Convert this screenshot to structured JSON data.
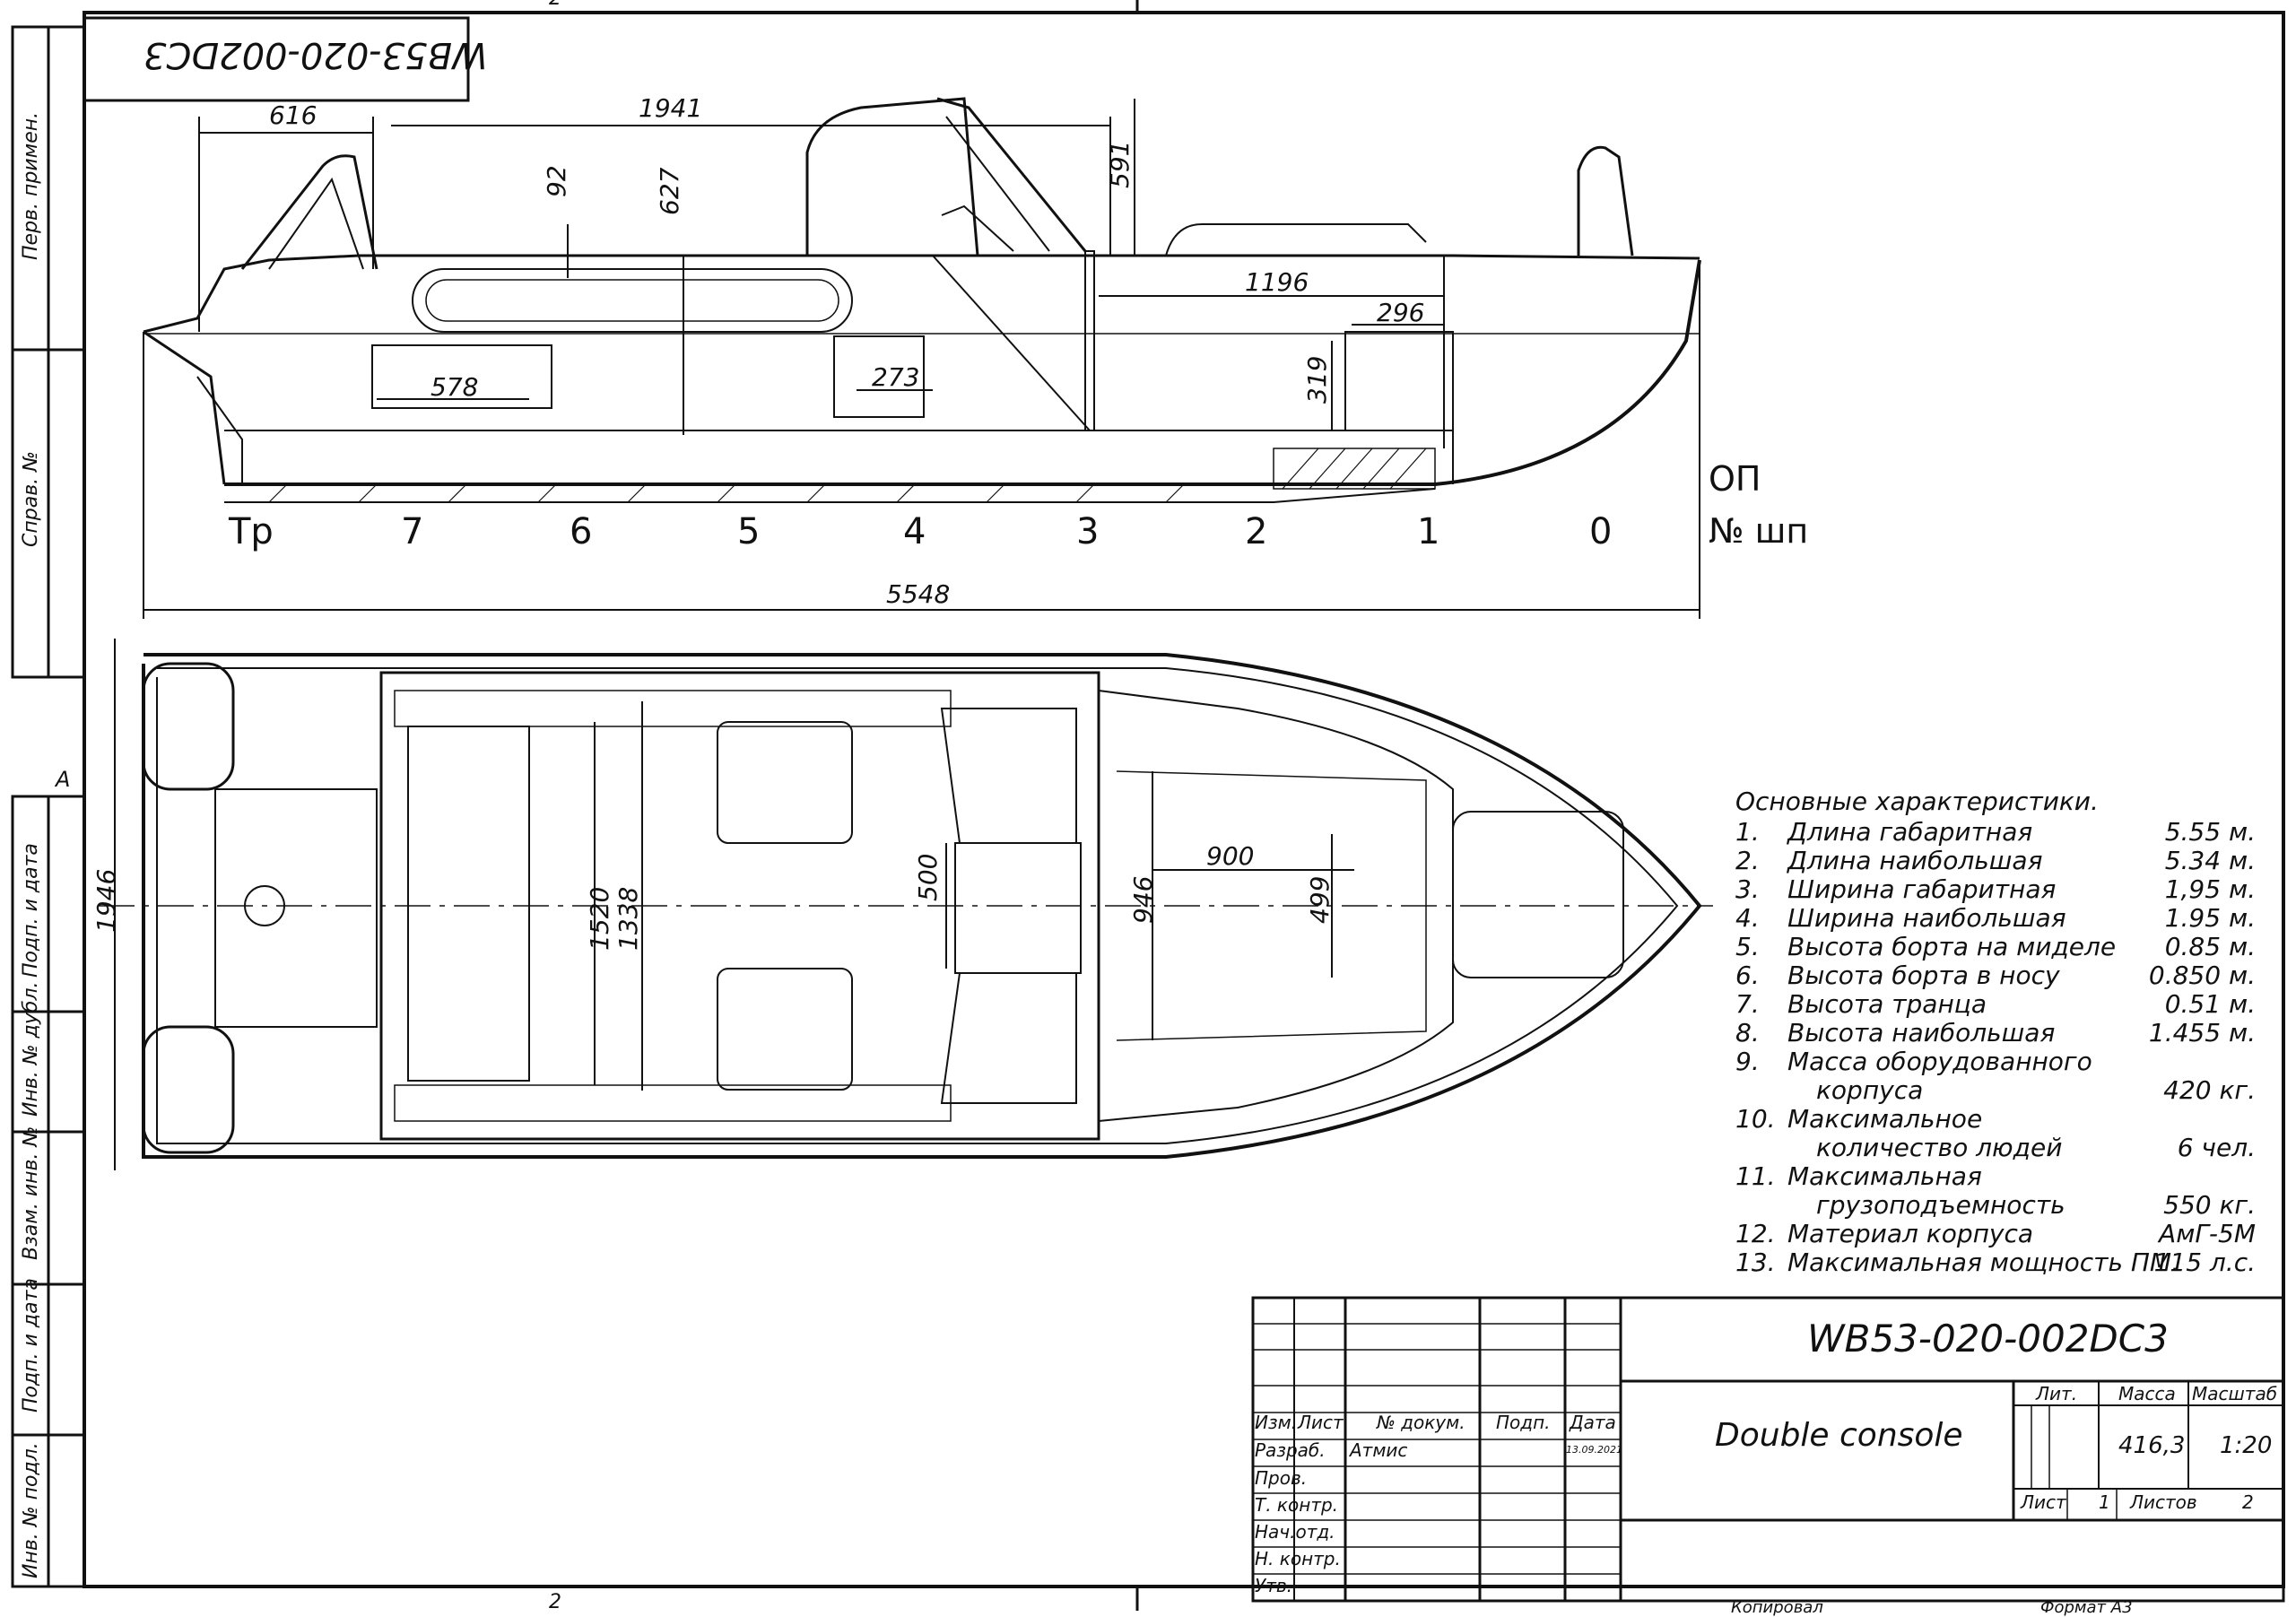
{
  "drawing": {
    "code_mirrored": "WB53-020-002DC3",
    "side_dims": {
      "d616": "616",
      "d1941": "1941",
      "d92": "92",
      "d627": "627",
      "d591": "591",
      "d1196": "1196",
      "d296": "296",
      "d578": "578",
      "d273": "273",
      "d319": "319",
      "d5548": "5548"
    },
    "frame_labels": [
      "Тр",
      "7",
      "6",
      "5",
      "4",
      "3",
      "2",
      "1",
      "0"
    ],
    "op_label": "ОП",
    "frames_label": "№ шп",
    "plan_dims": {
      "d1946": "1946",
      "d1520": "1520",
      "d1338": "1338",
      "d500": "500",
      "d946": "946",
      "d900": "900",
      "d499": "499"
    },
    "marker_A": "A",
    "top_mark": "2",
    "bottom_mark": "2"
  },
  "left_stamps": [
    "Перв. примен.",
    "Справ. №",
    "Подп. и дата",
    "Инв. № дубл.",
    "Взам. инв. №",
    "Подп. и дата",
    "Инв. № подл."
  ],
  "specs": {
    "title": "Основные характеристики.",
    "items": [
      {
        "n": "1.",
        "label": "Длина габаритная",
        "value": "5.55 м."
      },
      {
        "n": "2.",
        "label": "Длина наибольшая",
        "value": "5.34 м."
      },
      {
        "n": "3.",
        "label": "Ширина габаритная",
        "value": "1,95 м."
      },
      {
        "n": "4.",
        "label": "Ширина наибольшая",
        "value": "1.95 м."
      },
      {
        "n": "5.",
        "label": "Высота борта на миделе",
        "value": "0.85 м."
      },
      {
        "n": "6.",
        "label": "Высота борта в носу",
        "value": "0.850 м."
      },
      {
        "n": "7.",
        "label": "Высота транца",
        "value": "0.51 м."
      },
      {
        "n": "8.",
        "label": "Высота наибольшая",
        "value": "1.455 м."
      },
      {
        "n": "9.",
        "label": "Масса оборудованного",
        "cont": "корпуса",
        "value": "420 кг."
      },
      {
        "n": "10.",
        "label": "Максимальное",
        "cont": "количество людей",
        "value": "6 чел."
      },
      {
        "n": "11.",
        "label": "Максимальная",
        "cont": "грузоподъемность",
        "value": "550 кг."
      },
      {
        "n": "12.",
        "label": "Материал корпуса",
        "value": "АмГ-5М"
      },
      {
        "n": "13.",
        "label": "Максимальная мощность ПМ.",
        "value": "115 л.с."
      }
    ]
  },
  "title_block": {
    "code": "WB53-020-002DC3",
    "name": "Double console",
    "h_izm": "Изм.",
    "h_list": "Лист",
    "h_doc": "№ докум.",
    "h_podp": "Подп.",
    "h_date": "Дата",
    "r_razrab": "Разраб.",
    "razrab_name": "Атмис",
    "razrab_date": "13.09.2021",
    "r_prov": "Пров.",
    "r_tkontr": "Т. контр.",
    "r_nachotd": "Нач.отд.",
    "r_nkontr": "Н. контр.",
    "r_utv": "Утв.",
    "lit": "Лит.",
    "massa": "Масса",
    "masshtab": "Масштаб",
    "mass_value": "416,3",
    "scale_value": "1:20",
    "sheet_label": "Лист",
    "sheet_num": "1",
    "sheets_label": "Листов",
    "sheets_num": "2",
    "footer_left": "Копировал",
    "footer_right": "Формат А3"
  }
}
